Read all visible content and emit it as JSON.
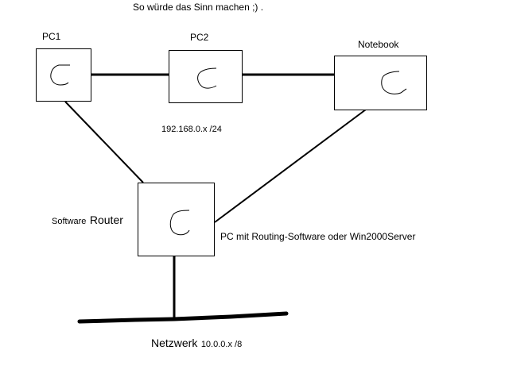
{
  "title": "So würde das Sinn machen ;) .",
  "nodes": {
    "pc1": {
      "label": "PC1",
      "icon": "hand-drawn-c-icon"
    },
    "pc2": {
      "label": "PC2",
      "icon": "hand-drawn-c-icon"
    },
    "notebook": {
      "label": "Notebook",
      "icon": "hand-drawn-c-icon"
    },
    "router": {
      "label_prefix": "Software",
      "label_main": "Router",
      "description": "PC mit Routing-Software oder Win2000Server",
      "icon": "hand-drawn-c-icon"
    }
  },
  "subnets": {
    "lan": "192.168.0.x /24",
    "wan_label": "Netzwerk",
    "wan_address": "10.0.0.x /8"
  },
  "colors": {
    "line": "#000000",
    "background": "#ffffff"
  }
}
